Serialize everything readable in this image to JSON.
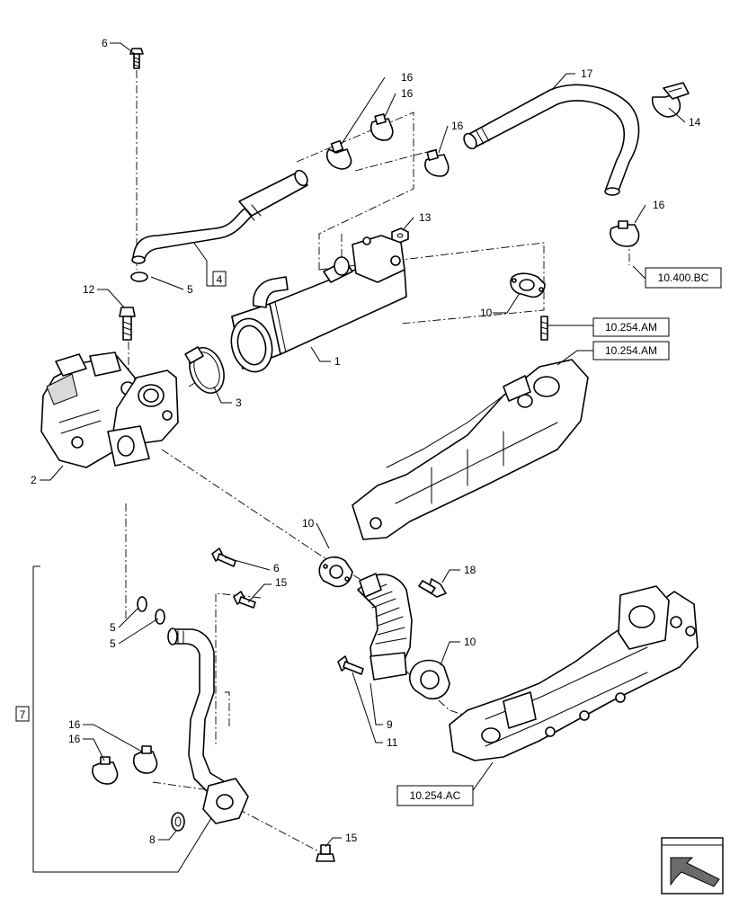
{
  "callouts": {
    "c1": "1",
    "c2": "2",
    "c3": "3",
    "c4": "4",
    "c5a": "5",
    "c5b": "5",
    "c5c": "5",
    "c6a": "6",
    "c6b": "6",
    "c7": "7",
    "c8": "8",
    "c9": "9",
    "c10a": "10",
    "c10b": "10",
    "c10c": "10",
    "c11": "11",
    "c12": "12",
    "c13": "13",
    "c14": "14",
    "c15a": "15",
    "c15b": "15",
    "c16a": "16",
    "c16b": "16",
    "c16c": "16",
    "c16d": "16",
    "c16e": "16",
    "c16f": "16",
    "c17": "17",
    "c18": "18"
  },
  "references": {
    "ref_400bc": "10.400.BC",
    "ref_254am_1": "10.254.AM",
    "ref_254am_2": "10.254.AM",
    "ref_254ac": "10.254.AC"
  },
  "icons": {
    "nav": "navigation-arrow-icon"
  }
}
